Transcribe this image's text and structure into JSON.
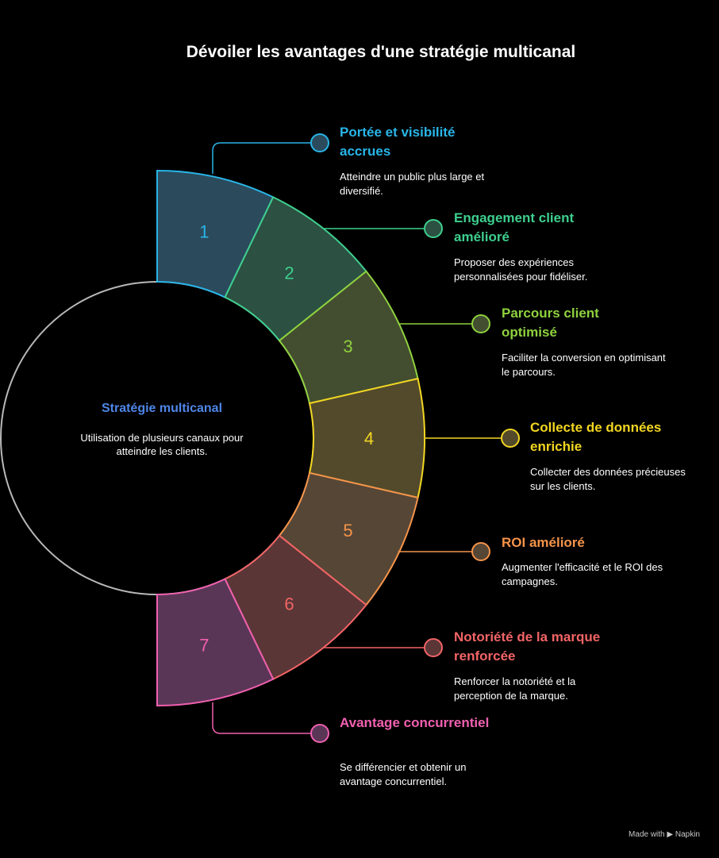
{
  "title": "Dévoiler les avantages d'une stratégie multicanal",
  "center": {
    "title": "Stratégie multicanal",
    "description": "Utilisation de plusieurs canaux pour atteindre les clients.",
    "color": "#4f86e8"
  },
  "items": [
    {
      "number": "1",
      "title": "Portée et visibilité accrues",
      "description": "Atteindre un public plus large et diversifié.",
      "color": "#29b5e8",
      "fill": "#2b4a5c"
    },
    {
      "number": "2",
      "title": "Engagement client amélioré",
      "description": "Proposer des expériences personnalisées pour fidéliser.",
      "color": "#3ecf8e",
      "fill": "#2c5042"
    },
    {
      "number": "3",
      "title": "Parcours client optimisé",
      "description": "Faciliter la conversion en optimisant le parcours.",
      "color": "#8fd13e",
      "fill": "#434d30"
    },
    {
      "number": "4",
      "title": "Collecte de données enrichie",
      "description": "Collecter des données précieuses sur les clients.",
      "color": "#f2d622",
      "fill": "#534a2c"
    },
    {
      "number": "5",
      "title": "ROI amélioré",
      "description": "Augmenter l'efficacité et le ROI des campagnes.",
      "color": "#f5944a",
      "fill": "#564636"
    },
    {
      "number": "6",
      "title": "Notoriété de la marque renforcée",
      "description": "Renforcer la notoriété et la perception de la marque.",
      "color": "#f26466",
      "fill": "#5a3637"
    },
    {
      "number": "7",
      "title": "Avantage concurrentiel",
      "description": "Se différencier et obtenir un avantage concurrentiel.",
      "color": "#f060b0",
      "fill": "#5a3656"
    }
  ],
  "footer": "Made with ▶ Napkin"
}
